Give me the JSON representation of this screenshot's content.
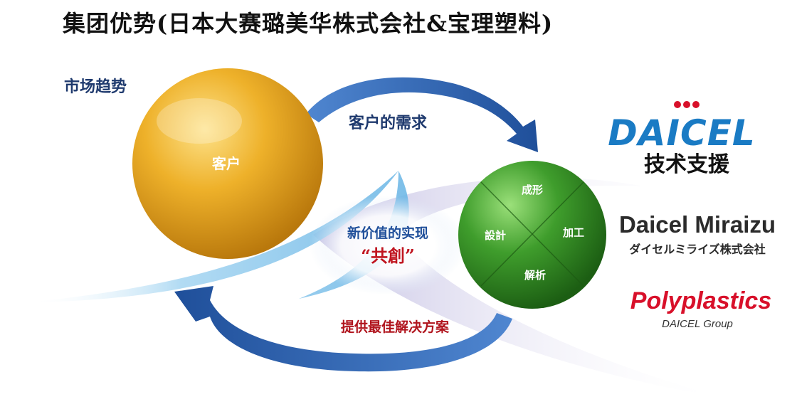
{
  "title": "集团优势(日本大赛璐美华株式会社&宝理塑料)",
  "trend_label": "市场趋势",
  "customer": {
    "label": "客户",
    "color": "#e6a620"
  },
  "top_arrow_label": "客户的需求",
  "bottom_arrow_label": "提供最佳解决方案",
  "center": {
    "line1": "新价值的实现",
    "line2": "“共創”"
  },
  "green_sphere": {
    "color": "#3a9a2a",
    "quadrants": {
      "top": "成形",
      "left": "設計",
      "right": "加工",
      "bottom": "解析"
    }
  },
  "logos": {
    "daicel": {
      "name": "DAICEL",
      "subtitle": "技术支援",
      "color": "#1a7bc4",
      "dot_color": "#d8102a"
    },
    "miraizu": {
      "name": "Daicel Miraizu",
      "subtitle": "ダイセルミライズ株式会社",
      "color": "#2b2b2b"
    },
    "polyplastics": {
      "name": "Polyplastics",
      "subtitle": "DAICEL Group",
      "color": "#d8102a"
    }
  },
  "colors": {
    "arrow": "#2d66b8",
    "swoosh_blue": "#9fd0ef",
    "swoosh_purple": "#c9c4e4",
    "accent_red": "#c0141f"
  }
}
